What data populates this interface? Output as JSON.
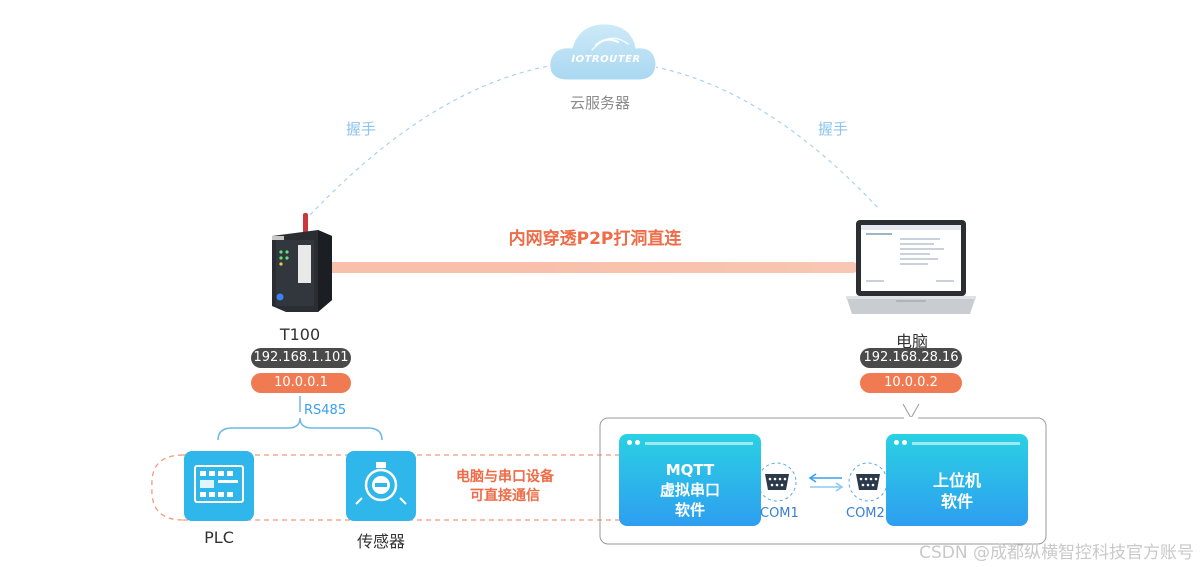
{
  "cloud": {
    "brand": "IOTROUTER",
    "label": "云服务器"
  },
  "handshake": {
    "left": "握手",
    "right": "握手"
  },
  "p2p": {
    "label": "内网穿透P2P打洞直连"
  },
  "t100": {
    "name": "T100",
    "ip_lan": "192.168.1.101",
    "ip_vpn": "10.0.0.1",
    "bus": "RS485"
  },
  "pc": {
    "name": "电脑",
    "ip_lan": "192.168.28.16",
    "ip_vpn": "10.0.0.2"
  },
  "devices": {
    "plc": "PLC",
    "sensor": "传感器"
  },
  "link_note": {
    "line1": "电脑与串口设备",
    "line2": "可直接通信"
  },
  "software": {
    "mqtt": {
      "line1": "MQTT",
      "line2": "虚拟串口",
      "line3": "软件"
    },
    "host": {
      "line1": "上位机",
      "line2": "软件"
    },
    "com1": "COM1",
    "com2": "COM2"
  },
  "watermark": "CSDN @成都纵横智控科技官方账号",
  "colors": {
    "accent_orange": "#f07a52",
    "accent_blue": "#2e9ef0",
    "cyan": "#2ad1e3",
    "dark_pill": "#4a4a4a"
  },
  "icons": [
    "cloud-icon",
    "router-device-icon",
    "laptop-icon",
    "plc-icon",
    "sensor-icon",
    "serial-port-icon",
    "swap-arrows-icon"
  ]
}
